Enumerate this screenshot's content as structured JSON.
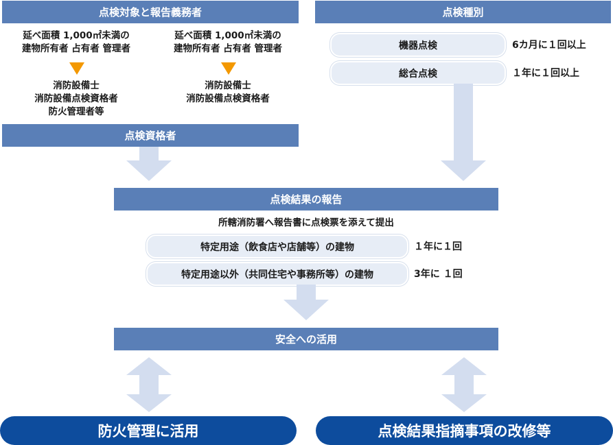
{
  "left_panel": {
    "header": "点検対象と報告義務者",
    "col1": {
      "condition_line1": "延べ面積 1,000㎡未満の",
      "condition_line2": "建物所有者 占有者 管理者",
      "persons_line1": "消防設備士",
      "persons_line2": "消防設備点検資格者",
      "persons_line3": "防火管理者等"
    },
    "col2": {
      "condition_line1": "延べ面積 1,000㎡未満の",
      "condition_line2": "建物所有者 占有者 管理者",
      "persons_line1": "消防設備士",
      "persons_line2": "消防設備点検資格者"
    },
    "footer": "点検資格者"
  },
  "right_panel": {
    "header": "点検種別",
    "items": [
      {
        "label": "機器点検",
        "frequency": "6カ月に１回以上"
      },
      {
        "label": "総合点検",
        "frequency": "１年に１回以上"
      }
    ]
  },
  "report": {
    "header": "点検結果の報告",
    "description": "所轄消防署へ報告書に点検票を添えて提出",
    "items": [
      {
        "label": "特定用途（飲食店や店舗等）の建物",
        "frequency": "１年に１回"
      },
      {
        "label": "特定用途以外（共同住宅や事務所等）の建物",
        "frequency": "3年に １回"
      }
    ]
  },
  "utilization": {
    "header": "安全への活用",
    "outcomes": [
      "防火管理に活用",
      "点検結果指摘事項の改修等"
    ]
  },
  "colors": {
    "bar_blue": "#5a7fb7",
    "arrow_light": "#d3ddef",
    "pill_fill": "#e7edf6",
    "orange": "#f39800",
    "dark_blue": "#0d4c9d"
  }
}
